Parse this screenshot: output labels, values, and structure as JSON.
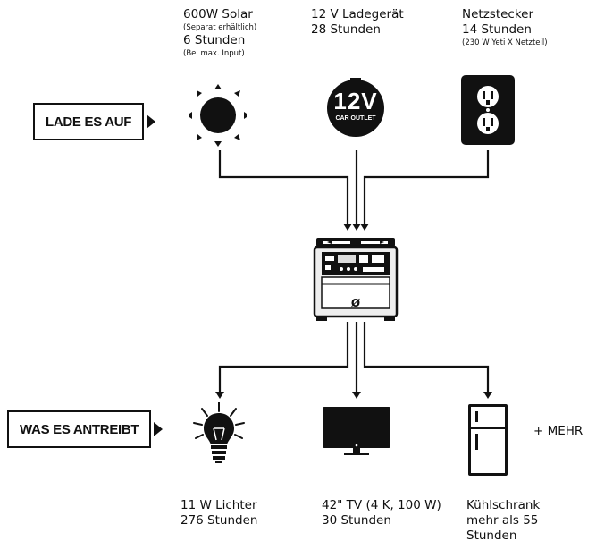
{
  "charge": {
    "banner": "LADE ES AUF",
    "solar": {
      "line1": "600W Solar",
      "note1": "(Separat erhältlich)",
      "line2": "6 Stunden",
      "note2": "(Bei max. Input)"
    },
    "car": {
      "line1": "12 V Ladegerät",
      "line2": "28 Stunden",
      "icon_big": "12V",
      "icon_small": "CAR OUTLET"
    },
    "wall": {
      "line1": "Netzstecker",
      "line2": "14 Stunden",
      "note": "(230 W Yeti X Netzteil)"
    }
  },
  "power": {
    "banner": "WAS ES ANTREIBT",
    "more": "+ MEHR",
    "lights": {
      "line1": "11 W Lichter",
      "line2": "276 Stunden"
    },
    "tv": {
      "line1": "42\" TV (4 K, 100 W)",
      "line2": "30 Stunden"
    },
    "fridge": {
      "line1": "Kühlschrank",
      "line2": "mehr als 55",
      "line3": "Stunden"
    }
  },
  "device": {
    "logo": "Ø"
  },
  "colors": {
    "ink": "#111111",
    "background": "#ffffff",
    "device_light": "#eeeeee"
  },
  "icons": [
    "sun-icon",
    "car-outlet-icon",
    "wall-outlet-icon",
    "power-station-icon",
    "light-bulb-icon",
    "tv-icon",
    "fridge-icon"
  ]
}
